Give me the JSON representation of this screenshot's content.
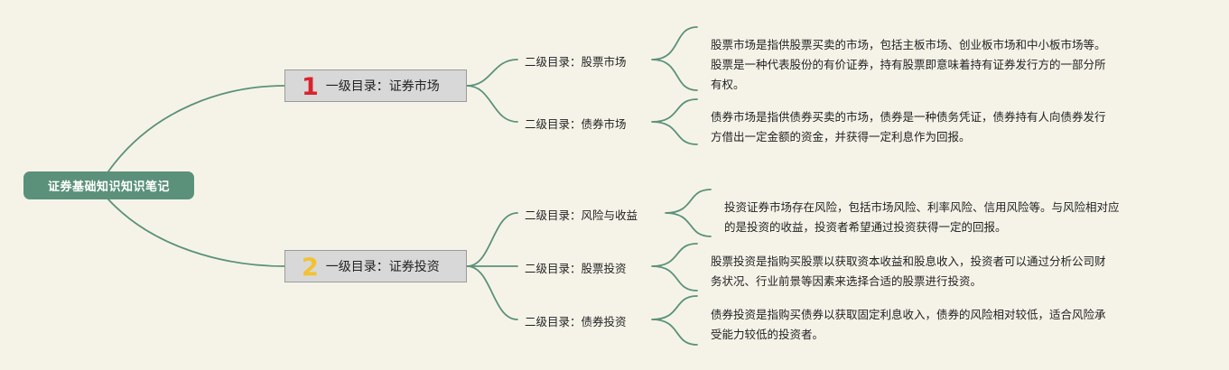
{
  "root": {
    "label": "证券基础知识知识笔记"
  },
  "branches": [
    {
      "number": "1",
      "number_color": "#d9232e",
      "label": "一级目录：证券市场",
      "children": [
        {
          "label": "二级目录：股票市场",
          "note": "股票市场是指供股票买卖的市场，包括主板市场、创业板市场和中小板市场等。\n股票是一种代表股份的有价证券，持有股票即意味着持有证券发行方的一部分所\n有权。"
        },
        {
          "label": "二级目录：债券市场",
          "note": "债券市场是指供债券买卖的市场，债券是一种债务凭证，债券持有人向债券发行\n方借出一定金额的资金，并获得一定利息作为回报。"
        }
      ]
    },
    {
      "number": "2",
      "number_color": "#f2c230",
      "label": "一级目录：证券投资",
      "children": [
        {
          "label": "二级目录：风险与收益",
          "note": "投资证券市场存在风险，包括市场风险、利率风险、信用风险等。与风险相对应\n的是投资的收益，投资者希望通过投资获得一定的回报。"
        },
        {
          "label": "二级目录：股票投资",
          "note": "股票投资是指购买股票以获取资本收益和股息收入，投资者可以通过分析公司财\n务状况、行业前景等因素来选择合适的股票进行投资。"
        },
        {
          "label": "二级目录：债券投资",
          "note": "债券投资是指购买债券以获取固定利息收入，债券的风险相对较低，适合风险承\n受能力较低的投资者。"
        }
      ]
    }
  ],
  "colors": {
    "background": "#f5f3e8",
    "connector": "#5b917a",
    "root_fill": "#5b917a",
    "branch_fill": "#d8d8d8"
  }
}
